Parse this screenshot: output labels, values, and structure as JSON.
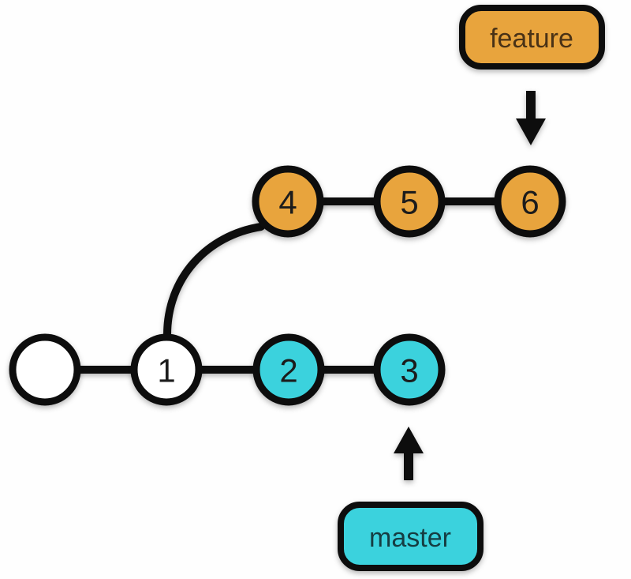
{
  "diagram": {
    "type": "git-branch-graph",
    "labels": {
      "feature": "feature",
      "master": "master"
    },
    "commits": [
      {
        "id": "root",
        "label": "",
        "branch": "initial"
      },
      {
        "id": "c1",
        "label": "1",
        "branch": "shared"
      },
      {
        "id": "c2",
        "label": "2",
        "branch": "master"
      },
      {
        "id": "c3",
        "label": "3",
        "branch": "master"
      },
      {
        "id": "c4",
        "label": "4",
        "branch": "feature"
      },
      {
        "id": "c5",
        "label": "5",
        "branch": "feature"
      },
      {
        "id": "c6",
        "label": "6",
        "branch": "feature"
      }
    ],
    "edges": [
      {
        "from": "root",
        "to": "1"
      },
      {
        "from": "1",
        "to": "2"
      },
      {
        "from": "2",
        "to": "3"
      },
      {
        "from": "1",
        "to": "4",
        "type": "branch-curve"
      },
      {
        "from": "4",
        "to": "5"
      },
      {
        "from": "5",
        "to": "6"
      }
    ],
    "pointers": [
      {
        "label": "feature",
        "points_to_commit": "6",
        "direction": "down"
      },
      {
        "label": "master",
        "points_to_commit": "3",
        "direction": "up"
      }
    ]
  },
  "colors": {
    "feature_fill": "#e8a43e",
    "master_fill": "#3ad2dd",
    "node_empty_fill": "#ffffff",
    "stroke": "#0d0d0d",
    "background": "#fefefe",
    "feature_text": "#4a3216",
    "master_text": "#123c42",
    "number_text": "#1a1a1a"
  }
}
